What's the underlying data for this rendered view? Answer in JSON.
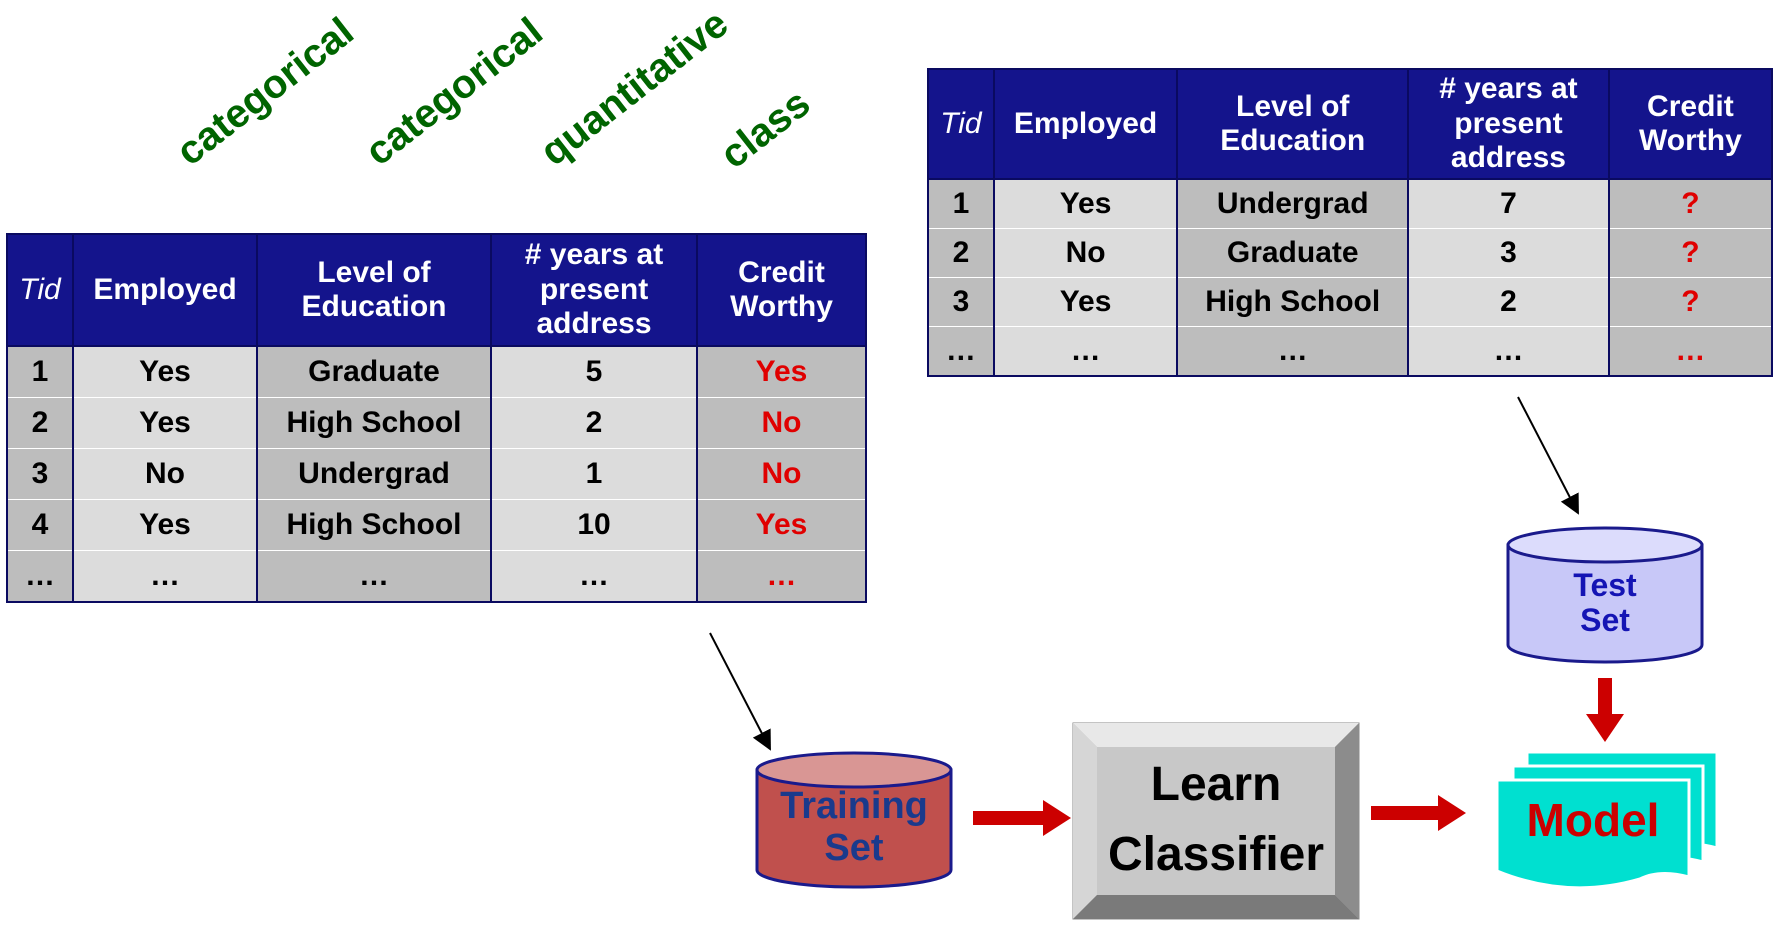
{
  "attribute_types": [
    "categorical",
    "categorical",
    "quantitative",
    "class"
  ],
  "training_table": {
    "headers": [
      "Tid",
      "Employed",
      "Level of Education",
      "# years at present address",
      "Credit Worthy"
    ],
    "rows": [
      [
        "1",
        "Yes",
        "Graduate",
        "5",
        "Yes"
      ],
      [
        "2",
        "Yes",
        "High School",
        "2",
        "No"
      ],
      [
        "3",
        "No",
        "Undergrad",
        "1",
        "No"
      ],
      [
        "4",
        "Yes",
        "High School",
        "10",
        "Yes"
      ],
      [
        "…",
        "…",
        "…",
        "…",
        "…"
      ]
    ]
  },
  "test_table": {
    "headers": [
      "Tid",
      "Employed",
      "Level of Education",
      "# years at present address",
      "Credit Worthy"
    ],
    "rows": [
      [
        "1",
        "Yes",
        "Undergrad",
        "7",
        "?"
      ],
      [
        "2",
        "No",
        "Graduate",
        "3",
        "?"
      ],
      [
        "3",
        "Yes",
        "High School",
        "2",
        "?"
      ],
      [
        "…",
        "…",
        "…",
        "…",
        "…"
      ]
    ]
  },
  "training_set": {
    "line1": "Training",
    "line2": "Set"
  },
  "test_set": {
    "line1": "Test",
    "line2": "Set"
  },
  "learn_classifier": {
    "line1": "Learn",
    "line2": "Classifier"
  },
  "model": {
    "label": "Model"
  },
  "colors": {
    "header_bg": "#14148c",
    "class_value": "#e00000",
    "attr_label": "#006400",
    "training_cyl": "#c0504d",
    "test_cyl": "#c8c8f8",
    "model_fill": "#00e0d0",
    "arrow": "#cc0000"
  }
}
